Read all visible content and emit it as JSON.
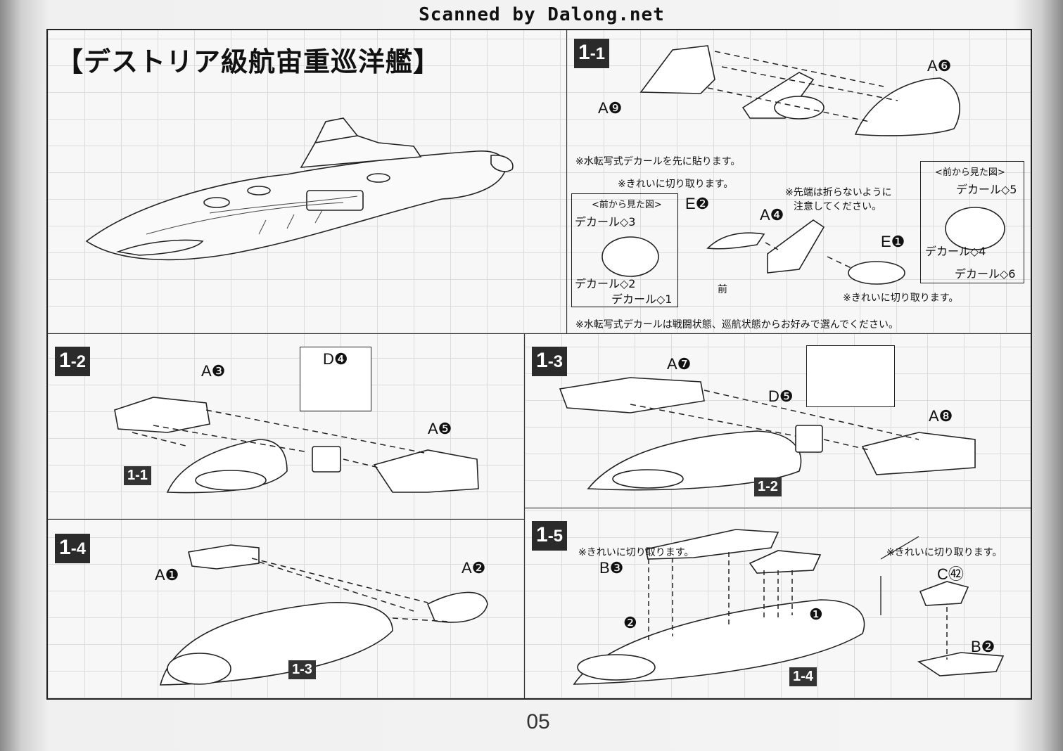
{
  "watermark": "Scanned by Dalong.net",
  "page_number": "05",
  "hero": {
    "title": "【デストリア級航宙重巡洋艦】"
  },
  "steps": {
    "s1_1": {
      "num": "1",
      "sub": "-1"
    },
    "s1_2": {
      "num": "1",
      "sub": "-2"
    },
    "s1_3": {
      "num": "1",
      "sub": "-3"
    },
    "s1_4": {
      "num": "1",
      "sub": "-4"
    },
    "s1_5": {
      "num": "1",
      "sub": "-5"
    }
  },
  "step1_1": {
    "part_a6": "A❻",
    "part_a9": "A❾",
    "note_water_first": "※水転写式デカールを先に貼ります。",
    "note_cut_clean_1": "※きれいに切り取ります。",
    "part_e2": "E❷",
    "note_tip": "※先端は折らないように",
    "note_tip2": "注意してください。",
    "part_a4": "A❹",
    "part_e1": "E❶",
    "front_label": "前",
    "note_cut_clean_2": "※きれいに切り取ります。",
    "note_decal_choice": "※水転写式デカールは戦闘状態、巡航状態からお好みで選んでください。",
    "left_callout": {
      "heading": "<前から見た図>",
      "decal3": "デカール◇3",
      "decal2": "デカール◇2",
      "decal1": "デカール◇1"
    },
    "right_callout": {
      "heading": "<前から見た図>",
      "decal5": "デカール◇5",
      "decal4": "デカール◇4",
      "decal6": "デカール◇6"
    }
  },
  "step1_2": {
    "part_a3": "A❸",
    "part_d4": "D❹",
    "part_a5": "A❺",
    "ref": "1-1"
  },
  "step1_3": {
    "part_a7": "A❼",
    "part_d5": "D❺",
    "part_a8": "A❽",
    "ref": "1-2"
  },
  "step1_4": {
    "part_a1": "A❶",
    "part_a2": "A❷",
    "ref": "1-3"
  },
  "step1_5": {
    "note_cut_1": "※きれいに切り取ります。",
    "note_cut_2": "※きれいに切り取ります。",
    "part_b3": "B❸",
    "part_c42": "C㊷",
    "part_b2": "B❷",
    "order_1": "❶",
    "order_2": "❷",
    "ref": "1-4"
  }
}
